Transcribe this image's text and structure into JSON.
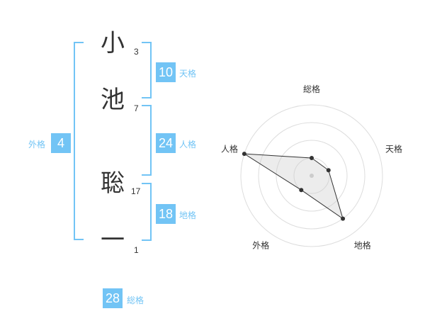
{
  "name": {
    "chars": [
      {
        "char": "小",
        "strokes": "3"
      },
      {
        "char": "池",
        "strokes": "7"
      },
      {
        "char": "聡",
        "strokes": "17"
      },
      {
        "char": "一",
        "strokes": "1"
      }
    ]
  },
  "fortunes": {
    "tenkaku": {
      "value": "10",
      "label": "天格"
    },
    "jinkaku": {
      "value": "24",
      "label": "人格"
    },
    "chikaku": {
      "value": "18",
      "label": "地格"
    },
    "gaikaku": {
      "value": "4",
      "label": "外格"
    },
    "soukaku": {
      "value": "28",
      "label": "総格"
    }
  },
  "colors": {
    "accent": "#72c4f5",
    "text": "#333333"
  },
  "chart_data": {
    "type": "radar",
    "axes": [
      "総格",
      "天格",
      "地格",
      "外格",
      "人格"
    ],
    "values": [
      1,
      1,
      3,
      1,
      4
    ],
    "max": 4,
    "rings": 4,
    "center_marker": true
  }
}
